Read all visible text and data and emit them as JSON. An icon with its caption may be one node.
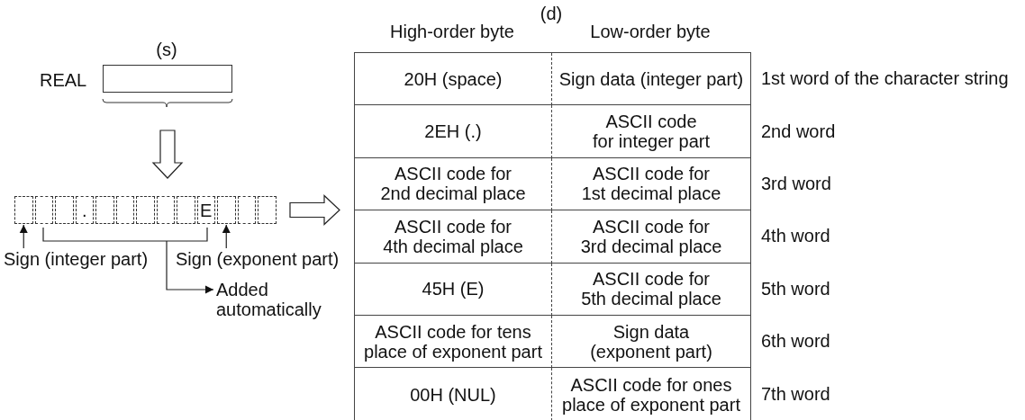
{
  "diagram": {
    "nodes": [
      {
        "text": [],
        "shape": "box",
        "beside": [
          "(s)",
          "REAL"
        ]
      },
      {
        "text": [],
        "shape": "box"
      },
      {
        "text": [],
        "shape": "box",
        "in": 1
      },
      {
        "text": [],
        "shape": "box",
        "in": 1
      },
      {
        "text": [],
        "shape": "box",
        "in": 1
      },
      {
        "text": [
          "."
        ],
        "in": 1
      },
      {
        "text": [],
        "shape": "box",
        "in": 1
      },
      {
        "text": [],
        "shape": "box",
        "in": 1
      },
      {
        "text": [],
        "shape": "box",
        "in": 1
      },
      {
        "text": [],
        "shape": "box",
        "in": 1
      },
      {
        "text": [],
        "shape": "box",
        "in": 1
      },
      {
        "text": [
          "E"
        ],
        "in": 1
      },
      {
        "text": [],
        "shape": "box",
        "in": 1
      },
      {
        "text": [],
        "shape": "box",
        "in": 1
      },
      {
        "text": [],
        "shape": "box",
        "in": 1
      },
      {
        "text": [
          "Sign (integer part)"
        ]
      },
      {
        "text": [
          "Sign (exponent part)"
        ]
      },
      {
        "text": [
          "Added automatically"
        ]
      },
      {
        "text": [],
        "shape": "box",
        "beside": [
          "1st word of the character string",
          "2nd word",
          "3rd word",
          "4th word",
          "5th word",
          "6th word",
          "7th word"
        ]
      }
    ],
    "edges": [
      {
        "from": 0,
        "to": 1,
        "arrow": "to",
        "style": "thick"
      },
      {
        "from": 1,
        "to": 18,
        "arrow": "to",
        "style": "thick"
      },
      {
        "from": 15,
        "to": 2,
        "arrow": "to"
      },
      {
        "from": 16,
        "to": 12,
        "arrow": "to"
      },
      {
        "from": 1,
        "to": 17,
        "arrow": "to"
      }
    ],
    "labels": [
      "(d)",
      "High-order byte",
      "Low-order byte",
      "20H (space)",
      "Sign data (integer part)",
      "2EH (.)",
      "ASCII code for integer part",
      "ASCII code for 2nd decimal place",
      "ASCII code for 1st decimal place",
      "ASCII code for 4th decimal place",
      "ASCII code for 3rd decimal place",
      "45H (E)",
      "ASCII code for 5th decimal place",
      "ASCII code for tens place of exponent part",
      "Sign data (exponent part)",
      "00H (NUL)",
      "ASCII code for ones place of exponent part"
    ]
  }
}
